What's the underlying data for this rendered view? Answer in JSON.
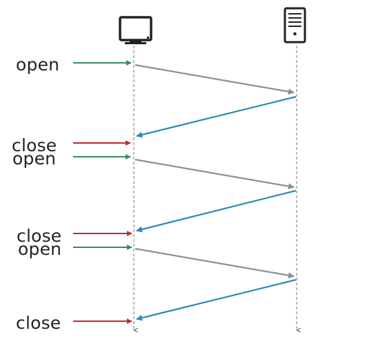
{
  "participants": [
    {
      "role": "client",
      "icon": "monitor-icon"
    },
    {
      "role": "server",
      "icon": "server-tower-icon"
    }
  ],
  "colors": {
    "open": "#3a8a5c",
    "close": "#c0282a",
    "request": "#8e8e8e",
    "response": "#2b8db5",
    "lifeline": "#888888",
    "icon": "#222222",
    "label": "#222222"
  },
  "events": [
    {
      "type": "open",
      "label": "open"
    },
    {
      "type": "close",
      "label": "close"
    },
    {
      "type": "open",
      "label": "open"
    },
    {
      "type": "close",
      "label": "close"
    },
    {
      "type": "open",
      "label": "open"
    },
    {
      "type": "close",
      "label": "close"
    }
  ],
  "messages": [
    {
      "direction": "client-to-server",
      "kind": "request"
    },
    {
      "direction": "server-to-client",
      "kind": "response"
    },
    {
      "direction": "client-to-server",
      "kind": "request"
    },
    {
      "direction": "server-to-client",
      "kind": "response"
    },
    {
      "direction": "client-to-server",
      "kind": "request"
    },
    {
      "direction": "server-to-client",
      "kind": "response"
    }
  ]
}
